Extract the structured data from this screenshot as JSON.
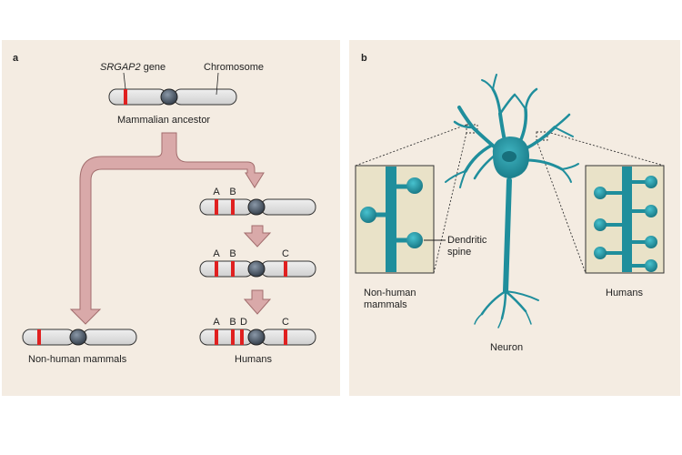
{
  "panel_a": {
    "label": "a",
    "gene_label_italic": "SRGAP2",
    "gene_label_rest": " gene",
    "chromosome_label": "Chromosome",
    "ancestor_label": "Mammalian ancestor",
    "nonhuman_label": "Non-human mammals",
    "humans_label": "Humans",
    "gene_copies": {
      "step1": [
        "A",
        "B"
      ],
      "step2": [
        "A",
        "B",
        "C"
      ],
      "step3": [
        "A",
        "B",
        "D",
        "C"
      ]
    }
  },
  "panel_b": {
    "label": "b",
    "spine_label_line1": "Dendritic",
    "spine_label_line2": "spine",
    "nonhuman_line1": "Non-human",
    "nonhuman_line2": "mammals",
    "humans_label": "Humans",
    "neuron_label": "Neuron"
  },
  "colors": {
    "panel_bg": "#f4ece2",
    "arrow_fill": "#d9a9a9",
    "arrow_stroke": "#a26d6d",
    "chromosome_fill": "#dcdcdc",
    "gene_band": "#e02020",
    "centromere": "#3a4450",
    "neuron": "#1f8e9c",
    "inset_bg": "#e9e2c8"
  }
}
